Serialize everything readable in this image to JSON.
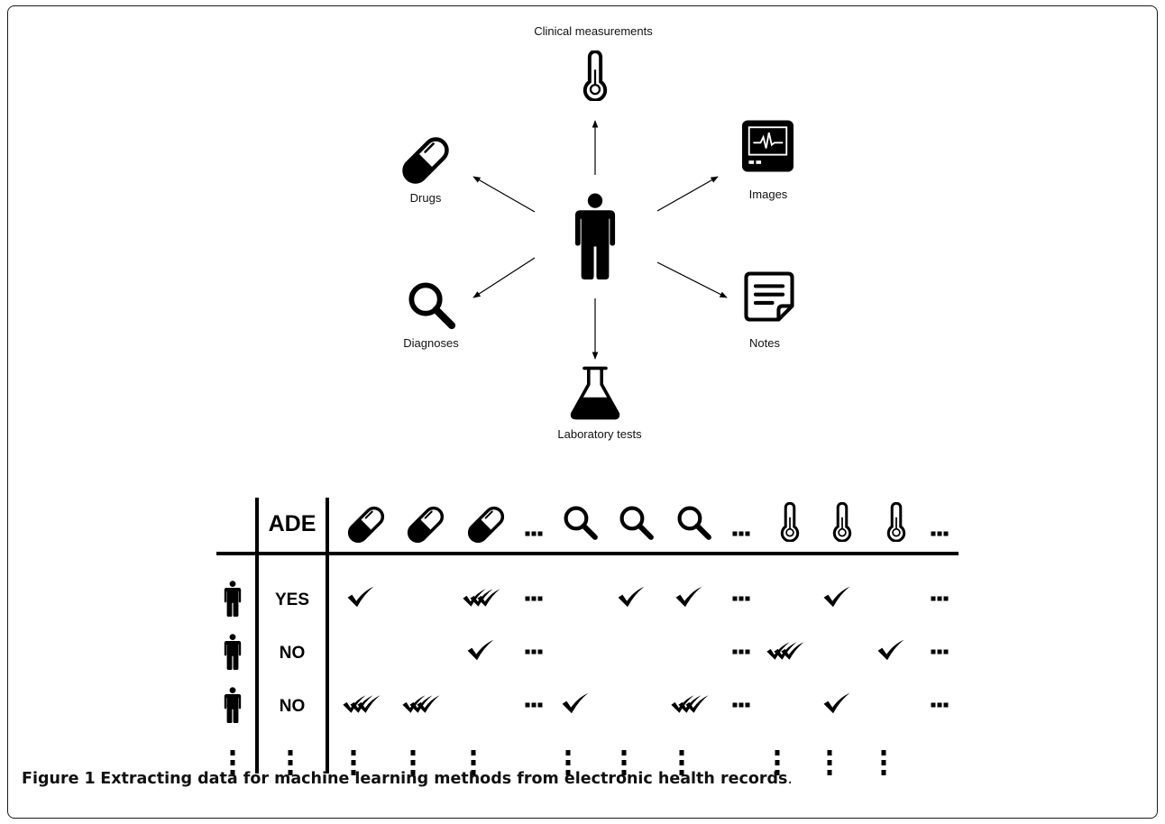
{
  "diagram": {
    "center": "person",
    "nodes": [
      {
        "key": "clinical",
        "label": "Clinical measurements",
        "icon": "thermometer-icon"
      },
      {
        "key": "drugs",
        "label": "Drugs",
        "icon": "pill-icon"
      },
      {
        "key": "images",
        "label": "Images",
        "icon": "monitor-icon"
      },
      {
        "key": "diagnoses",
        "label": "Diagnoses",
        "icon": "magnifier-icon"
      },
      {
        "key": "notes",
        "label": "Notes",
        "icon": "note-icon"
      },
      {
        "key": "lab",
        "label": "Laboratory tests",
        "icon": "flask-icon"
      }
    ]
  },
  "table": {
    "header_label": "ADE",
    "columns": [
      "pill",
      "pill",
      "pill",
      "dots",
      "magnifier",
      "magnifier",
      "magnifier",
      "dots",
      "thermometer",
      "thermometer",
      "thermometer",
      "dots"
    ],
    "rows": [
      {
        "ade": "YES",
        "cells": [
          "check",
          "",
          "multi",
          "dots",
          "",
          "check",
          "check",
          "dots",
          "",
          "check",
          "",
          "dots"
        ]
      },
      {
        "ade": "NO",
        "cells": [
          "",
          "",
          "check",
          "dots",
          "",
          "",
          "",
          "dots",
          "multi",
          "",
          "check",
          "dots"
        ]
      },
      {
        "ade": "NO",
        "cells": [
          "multi",
          "multi",
          "",
          "dots",
          "check",
          "",
          "multi",
          "dots",
          "",
          "check",
          "",
          "dots"
        ]
      }
    ]
  },
  "caption": {
    "number": "Figure 1",
    "title": "Extracting data for machine learning methods from electronic health records",
    "end": "."
  }
}
